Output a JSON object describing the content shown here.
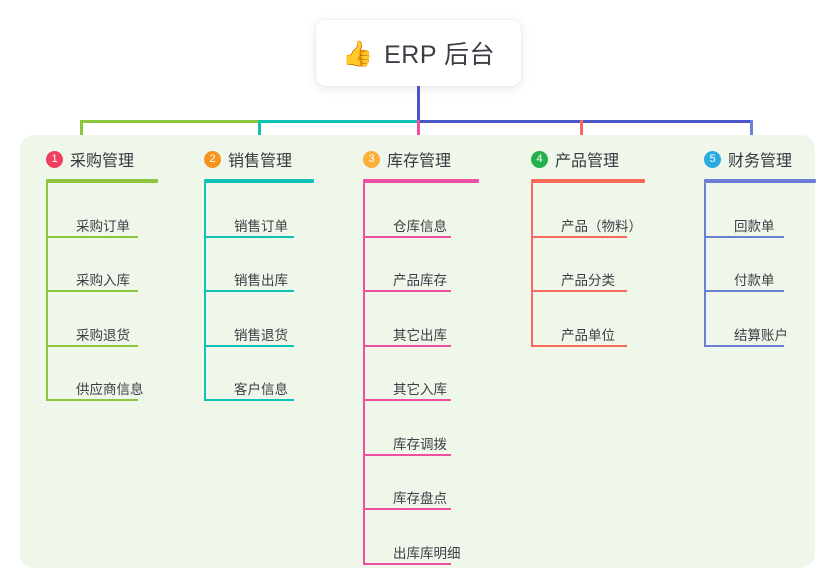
{
  "root": {
    "icon": "thumbs-up-icon",
    "emoji": "👍",
    "title": "ERP 后台"
  },
  "palette": {
    "page_background": "#ffffff",
    "panel_background": "#eef7e9",
    "root_text": "#3b3f45",
    "root_connector": "#4a55c8",
    "bus_green": "#8cc63f",
    "bus_teal": "#0fbfae",
    "bus_blue": "#4a55c8"
  },
  "columns": [
    {
      "number": "1",
      "title": "采购管理",
      "badge_color": "#ef4060",
      "line_color": "#8cc63f",
      "drop_color": "#8cc63f",
      "items": [
        "采购订单",
        "采购入库",
        "采购退货",
        "供应商信息"
      ]
    },
    {
      "number": "2",
      "title": "销售管理",
      "badge_color": "#f7941e",
      "line_color": "#10c2b4",
      "drop_color": "#10c2b4",
      "items": [
        "销售订单",
        "销售出库",
        "销售退货",
        "客户信息"
      ]
    },
    {
      "number": "3",
      "title": "库存管理",
      "badge_color": "#fbb03b",
      "line_color": "#ed4fa2",
      "drop_color": "#ed4fa2",
      "items": [
        "仓库信息",
        "产品库存",
        "其它出库",
        "其它入库",
        "库存调拨",
        "库存盘点",
        "出库库明细"
      ]
    },
    {
      "number": "4",
      "title": "产品管理",
      "badge_color": "#22b14c",
      "line_color": "#fa6a5a",
      "drop_color": "#fa6a5a",
      "items": [
        "产品（物料）",
        "产品分类",
        "产品单位"
      ]
    },
    {
      "number": "5",
      "title": "财务管理",
      "badge_color": "#29abe2",
      "line_color": "#6b7fd4",
      "drop_color": "#6b7fd4",
      "items": [
        "回款单",
        "付款单",
        "结算账户"
      ]
    }
  ]
}
